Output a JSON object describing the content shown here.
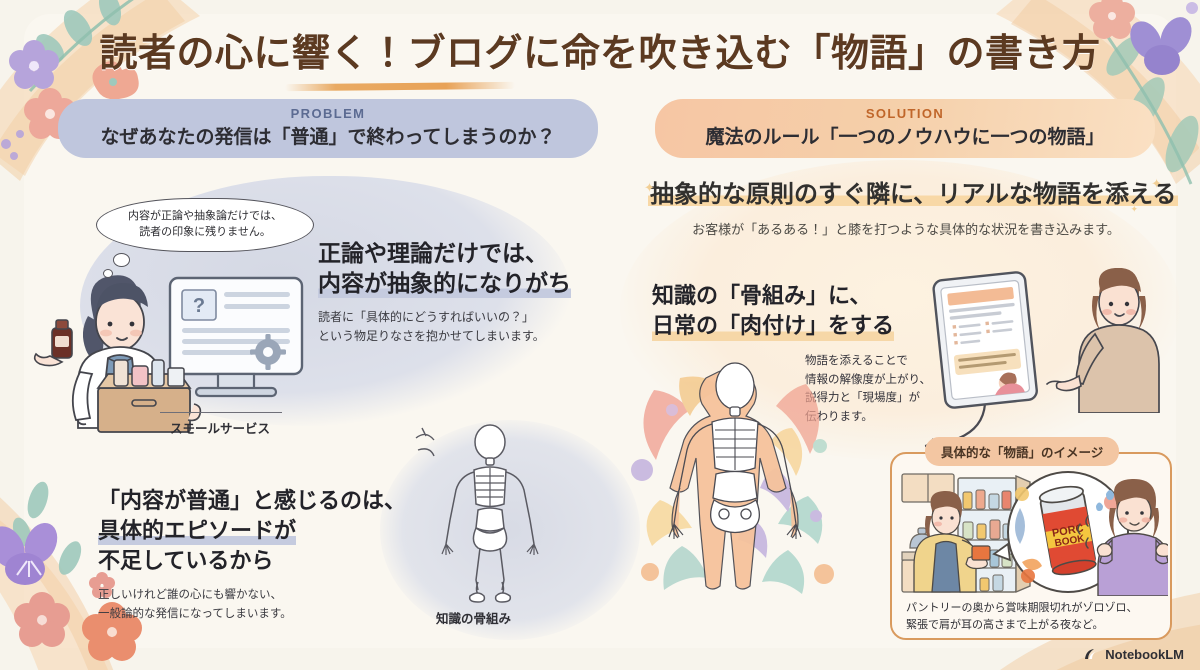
{
  "title": {
    "main": "読者の心に響く！ブログに命を吹き込む「物語」の書き方"
  },
  "problem_panel": {
    "kicker": "PROBLEM",
    "question": "なぜあなたの発信は「普通」で終わってしまうのか？",
    "accent_color": "#bfc6dd",
    "thought_bubble": {
      "line1": "内容が正論や抽象論だけでは、",
      "line2": "読者の印象に残りません。"
    },
    "illustration_caption": "スモールサービス",
    "skeleton_caption": "知識の骨組み",
    "headline_1": {
      "line1": "正論や理論だけでは、",
      "line2": "内容が抽象的になりがち",
      "body1": "読者に「具体的にどうすればいいの？」",
      "body2": "という物足りなさを抱かせてしまいます。"
    },
    "headline_2": {
      "line1": "「内容が普通」と感じるのは、",
      "line2": "具体的エピソードが",
      "line3": "不足しているから",
      "body1": "正しいけれど誰の心にも響かない、",
      "body2": "一般論的な発信になってしまいます。"
    }
  },
  "solution_panel": {
    "kicker": "SOLUTION",
    "rule": "魔法のルール「一つのノウハウに一つの物語」",
    "accent_color": "#f3c6a2",
    "lead_main": "抽象的な原則のすぐ隣に、リアルな物語を添える",
    "lead_sub": "お客様が「あるある！」と膝を打つような具体的な状況を書き込みます。",
    "headline": {
      "line1": "知識の「骨組み」に、",
      "line2": "日常の「肉付け」をする"
    },
    "body": {
      "line1": "物語を添えることで",
      "line2": "情報の解像度が上がり、",
      "line3": "説得力と「現場度」が",
      "line4": "伝わります。"
    },
    "story_card": {
      "badge": "具体的な「物語」のイメージ",
      "caption1": "パントリーの奥から賞味期限切れがゾロゾロ、",
      "caption2": "緊張で肩が耳の高さまで上がる夜など。",
      "can_label_1": "PORC",
      "can_label_2": "BOOK"
    }
  },
  "footer": {
    "brand": "NotebookLM",
    "icon": "notebooklm-logo-icon"
  }
}
